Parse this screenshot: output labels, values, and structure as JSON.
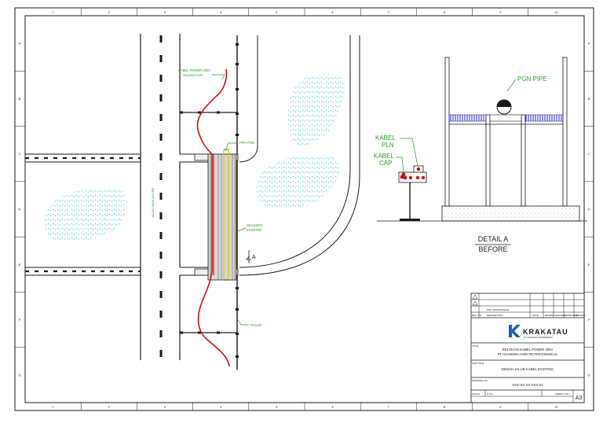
{
  "labels": {
    "kabel_power": "KABEL POWER 20kV",
    "kabel_power_spec": "3x1x240 mm²",
    "pipa_pgn": "PIPA PGN",
    "walkway": "WALKWAY",
    "walkway_2": "EXISTING",
    "pagar": "PAGAR",
    "road": "JALAN RAYA ANYER",
    "section_mark": "A"
  },
  "detail": {
    "pgn_pipe": "PGN PIPE",
    "kabel_pln_1": "KABEL",
    "kabel_pln_2": "PLN",
    "kabel_cap_1": "KABEL",
    "kabel_cap_2": "CAP",
    "title_1": "DETAIL A",
    "title_2": "BEFORE"
  },
  "title_block": {
    "rev_label": "REV. NO.",
    "header_cells": [
      "POP. KETERANGAN",
      "DESCRIPTION",
      "DATE",
      "DRAWN",
      "CHECKED",
      "APPROVED",
      "REMARK"
    ],
    "logo_text": "KRAKATAU",
    "logo_sub": "PT. KRAKATAU ENGINEERING",
    "title_label": "TITLE:",
    "title_1": "RELOKASI KABEL POWER 20kV",
    "title_2": "PT CHANDRA ASRI PETROCHEMICAL",
    "subtitle_label": "SUB TITLE:",
    "subtitle": "DENAH JALUR KABEL EXISTING",
    "dwg_label": "DRAWING NO.:",
    "dwg_no": "XXX-XX-XX-XXX-01",
    "scale_label": "SCALE",
    "scale": "N.T.S",
    "sheet_label": "SHEET",
    "sheet": "1 OF 1",
    "size": "A3"
  },
  "grid": {
    "columns": [
      "1",
      "2",
      "3",
      "4",
      "5",
      "6",
      "7",
      "8",
      "9",
      "10"
    ],
    "rows": [
      "A",
      "B",
      "C",
      "D",
      "E",
      "F",
      "G"
    ]
  },
  "colors": {
    "line": "#1a1a1a",
    "cable_red": "#cc1111",
    "cable_yellow": "#d8cc10",
    "label_green": "#2a9a2a",
    "hatch_cyan": "#33cccc",
    "pipe_blue": "#2222cc"
  }
}
